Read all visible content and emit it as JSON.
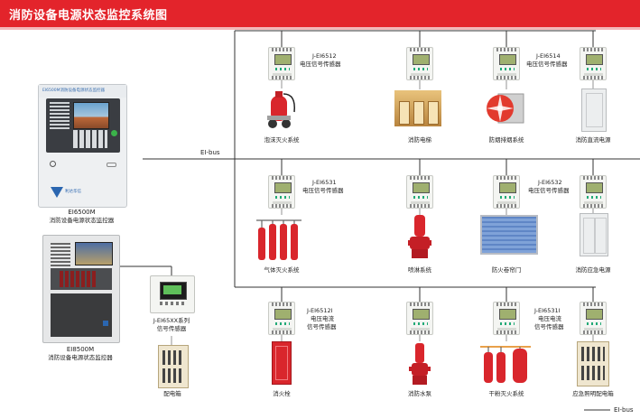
{
  "header": {
    "title": "消防设备电源状态监控系统图"
  },
  "bus": {
    "label": "EI-bus",
    "legend_label": "EI-bus"
  },
  "monitors": {
    "main": {
      "model": "EI6500M",
      "name": "消防设备电源状态监控器",
      "panel_caption": "EI6500M消防设备电源状态监控器",
      "brand": "利达华信"
    },
    "second": {
      "model": "EI8500M",
      "name": "消防设备电源状态监控器"
    }
  },
  "standalone_sensor": {
    "model": "J-EI65XX系列",
    "type": "信号传感器"
  },
  "distribution_box": {
    "label": "配电箱"
  },
  "rows": [
    {
      "sensor_labels": [
        {
          "model": "J-EI6512",
          "type": "电压信号传感器"
        },
        {
          "model": "J-EI6514",
          "type": "电压信号传感器"
        }
      ],
      "equipment": [
        "泡沫灭火系统",
        "消防电梯",
        "防烟排烟系统",
        "消防直流电源"
      ]
    },
    {
      "sensor_labels": [
        {
          "model": "J-EI6531",
          "type": "电压信号传感器"
        },
        {
          "model": "J-EI6532",
          "type": "电压信号传感器"
        }
      ],
      "equipment": [
        "气体灭火系统",
        "喷淋系统",
        "防火卷帘门",
        "消防应急电源"
      ]
    },
    {
      "sensor_labels": [
        {
          "model": "J-EI6512I",
          "type1": "电压电流",
          "type2": "信号传感器"
        },
        {
          "model": "J-EI6531I",
          "type1": "电压电流",
          "type2": "信号传感器"
        }
      ],
      "equipment": [
        "消火栓",
        "消防水泵",
        "干粉灭火系统",
        "应急照明配电箱"
      ]
    }
  ],
  "colors": {
    "header": "#e3242b",
    "bus_line": "#333333",
    "accent_red": "#d9262c"
  }
}
